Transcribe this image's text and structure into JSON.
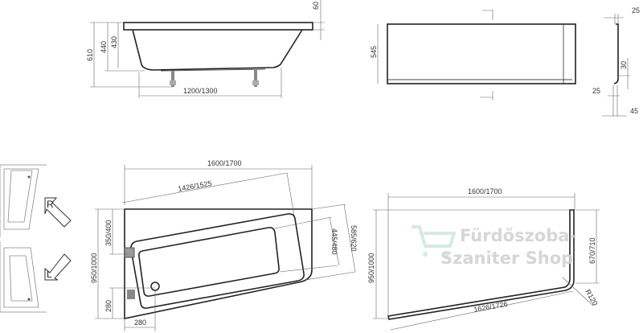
{
  "side_view": {
    "dims": {
      "length": "1200/1300",
      "height_total": "610",
      "height_440": "440",
      "height_430": "430",
      "rim": "60"
    }
  },
  "front_panel": {
    "dims": {
      "height": "545"
    }
  },
  "panel_profile": {
    "dims": {
      "top": "25",
      "lip": "30",
      "bottom": "25",
      "base": "45"
    }
  },
  "plan_view": {
    "dims": {
      "length": "1600/1700",
      "inner_length": "1426/1525",
      "width": "950/1000",
      "overflow_offset": "350/400",
      "drain_vertical": "280",
      "drain_horizontal": "280",
      "inner_width": "445/480",
      "outer_width": "585/620"
    }
  },
  "panel_plan": {
    "dims": {
      "length": "1600/1700",
      "width": "950/1000",
      "side": "670/710",
      "radius": "R120",
      "diagonal": "1626/1726"
    }
  },
  "orientation": {
    "right": "R",
    "left": "L"
  },
  "watermark": {
    "line1": "Fürdőszoba-",
    "line2": "Szaniter Shop",
    "color": "#cfcfcf"
  }
}
